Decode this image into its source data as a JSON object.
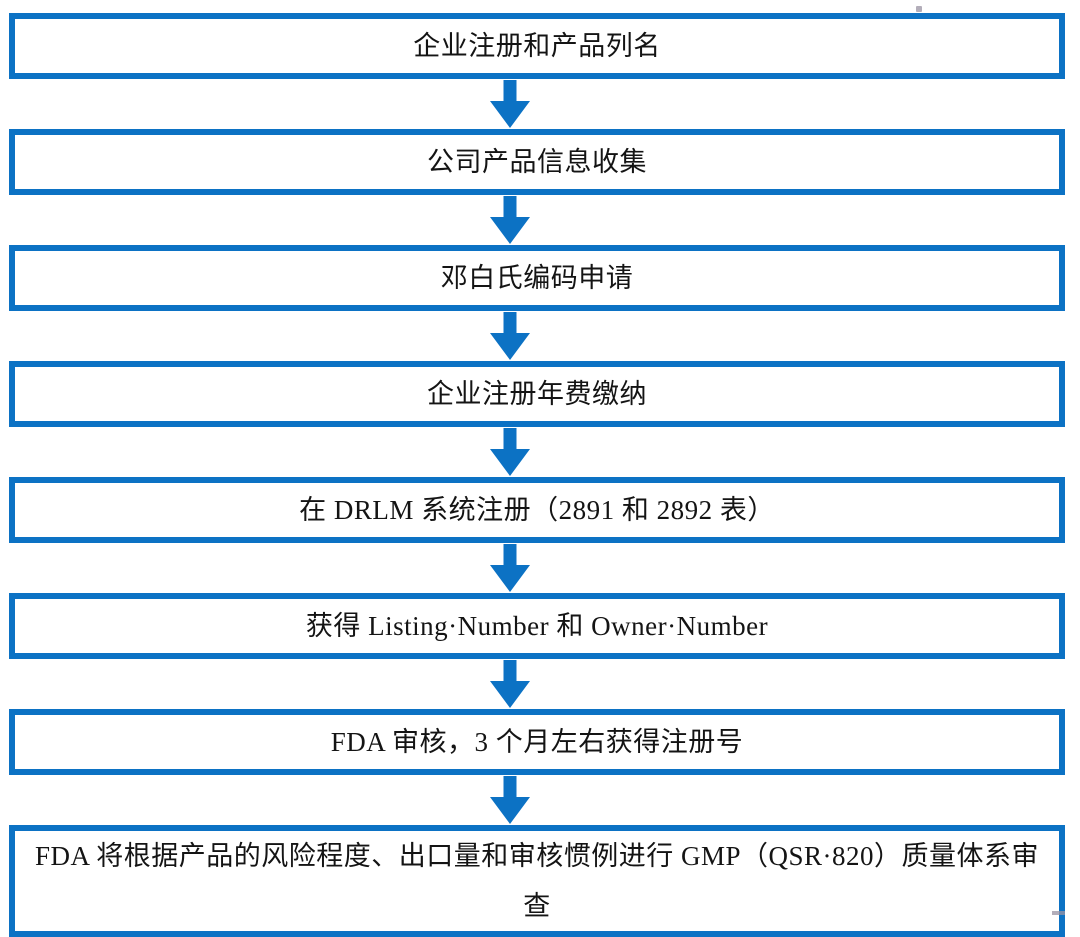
{
  "flowchart": {
    "steps": [
      {
        "label": "企业注册和产品列名"
      },
      {
        "label": "公司产品信息收集"
      },
      {
        "label": "邓白氏编码申请"
      },
      {
        "label": "企业注册年费缴纳"
      },
      {
        "label": "在 DRLM 系统注册（2891 和 2892 表）"
      },
      {
        "label": "获得 Listing·Number 和 Owner·Number"
      },
      {
        "label": "FDA 审核，3 个月左右获得注册号"
      },
      {
        "label": "FDA 将根据产品的风险程度、出口量和审核惯例进行 GMP（QSR·820）质量体系审查"
      }
    ],
    "connector_icon": "down-arrow",
    "colors": {
      "box_border": "#0c72c4",
      "arrow": "#0c72c4",
      "text": "#141414",
      "background": "#ffffff"
    }
  }
}
